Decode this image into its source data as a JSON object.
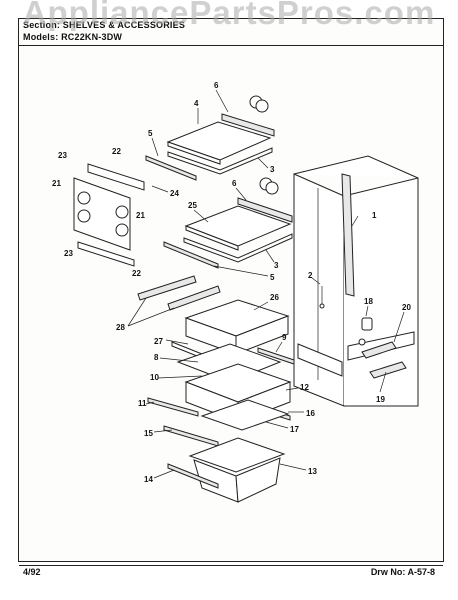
{
  "header": {
    "section_line": "Section: SHELVES & ACCESSORIES",
    "models_line": "Models: RC22KN-3DW"
  },
  "watermark": "AppliancePartsPros.com",
  "footer": {
    "date": "4/92",
    "drawing_number": "Drw No: A-57-8"
  },
  "callouts": [
    "1",
    "2",
    "3",
    "3",
    "4",
    "5",
    "5",
    "6",
    "6",
    "8",
    "9",
    "10",
    "11",
    "12",
    "13",
    "14",
    "15",
    "16",
    "17",
    "18",
    "19",
    "20",
    "21",
    "21",
    "22",
    "22",
    "23",
    "23",
    "24",
    "25",
    "26",
    "27",
    "28"
  ]
}
